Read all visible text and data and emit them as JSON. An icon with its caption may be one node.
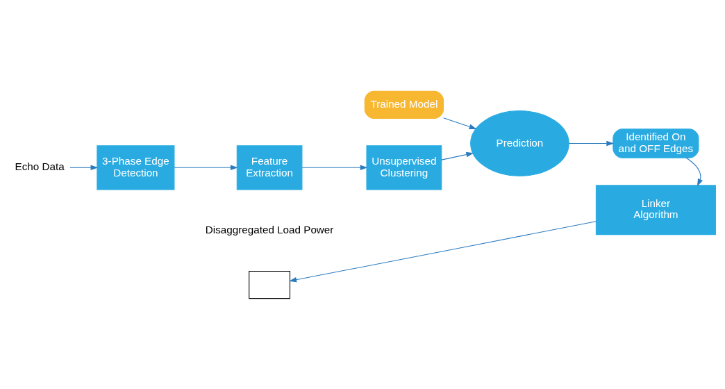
{
  "diagram": {
    "nodes": [
      {
        "text": [
          "Trained Model"
        ]
      },
      {
        "text": [
          "Echo Data"
        ]
      },
      {
        "text": [
          "3-Phase Edge Detection"
        ]
      },
      {
        "text": [
          "Feature Extraction"
        ]
      },
      {
        "text": [
          "Unsupervised Clustering"
        ]
      },
      {
        "text": [
          "Prediction"
        ]
      },
      {
        "text": [
          "Identified On and OFF Edges"
        ]
      },
      {
        "text": [
          "Linker Algorithm"
        ]
      },
      {
        "text": [],
        "shape": "box"
      }
    ],
    "edges": [
      {
        "from": 0,
        "to": 5,
        "arrow": "to"
      },
      {
        "from": 1,
        "to": 2,
        "arrow": "to"
      },
      {
        "from": 2,
        "to": 3,
        "arrow": "to"
      },
      {
        "from": 3,
        "to": 4,
        "arrow": "to"
      },
      {
        "from": 4,
        "to": 5,
        "arrow": "to"
      },
      {
        "from": 5,
        "to": 6,
        "arrow": "to"
      },
      {
        "from": 6,
        "to": 7,
        "arrow": "to"
      },
      {
        "from": 7,
        "to": 8,
        "arrow": "to"
      }
    ],
    "labels": [
      "Disaggregated Load Power"
    ]
  }
}
